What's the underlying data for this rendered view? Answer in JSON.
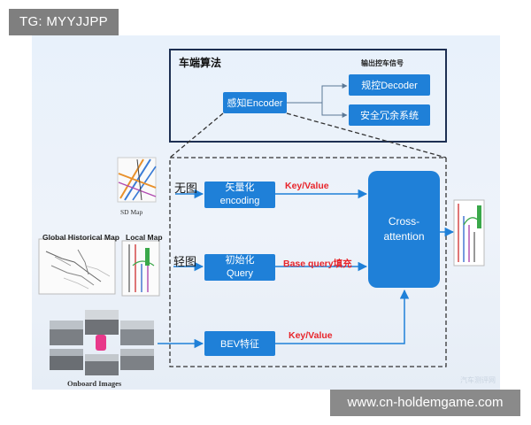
{
  "watermark_tag": "TG: MYYJJPP",
  "watermark_url": "www.cn-holdemgame.com",
  "top_box": {
    "title": "车端算法",
    "encoder": "感知Encoder",
    "output_label": "输出控车信号",
    "decoder": "规控Decoder",
    "safety": "安全冗余系统"
  },
  "inputs": {
    "sd_map": "SD Map",
    "global_map": "Global Historical Map",
    "local_map": "Local Map",
    "onboard": "Onboard Images"
  },
  "branches": {
    "no_map": "无图",
    "light_map": "轻图",
    "vector_line1": "矢量化",
    "vector_line2": "encoding",
    "init_line1": "初始化",
    "init_line2": "Query",
    "bev": "BEV特征",
    "kv1": "Key/Value",
    "base_query": "Base query填充",
    "kv2": "Key/Value"
  },
  "cross_attention": {
    "line1": "Cross-",
    "line2": "attention"
  },
  "corner_logo_text": "汽车测评网",
  "colors": {
    "blue": "#1f80d8",
    "red_text": "#e8252b",
    "frame": "#1d2f52"
  }
}
